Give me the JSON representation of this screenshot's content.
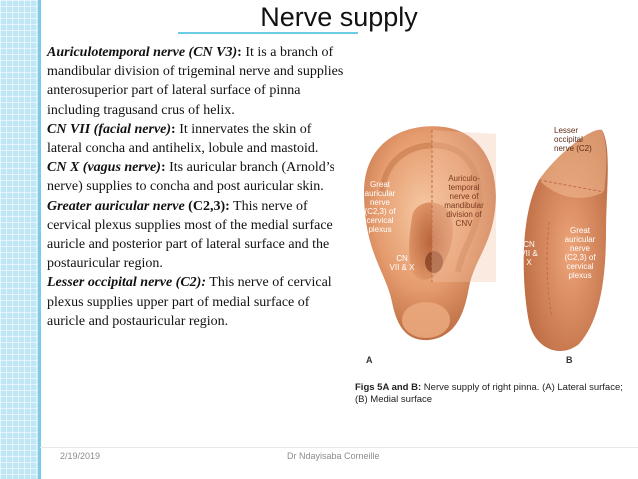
{
  "title": "Nerve supply",
  "paragraphs": [
    {
      "term": "Auriculotemporal nerve (CN V3)",
      "colon": ":",
      "text": " It is a branch of mandibular division of trigeminal nerve and supplies anterosuperior part of lateral surface of pinna including tragusand crus of helix."
    },
    {
      "term": "CN VII (facial nerve)",
      "colon": ":",
      "text": " It innervates the skin of lateral concha and antihelix, lobule and mastoid."
    },
    {
      "term": "CN X (vagus nerve)",
      "colon": ":",
      "text": " Its auricular branch (Arnold’s nerve) supplies to concha and post auricular skin."
    },
    {
      "term": "Greater auricular nerve",
      "term_extra": " (C2,3):",
      "text": " This nerve of cervical plexus supplies most of the medial surface of auricle and posterior part of lateral surface and the postauricular region."
    },
    {
      "term": "Lesser occipital nerve (C2):",
      "colon": "",
      "text": " This nerve of cervical plexus supplies upper part of medial surface of auricle and postauricular region."
    }
  ],
  "figure": {
    "labels": {
      "great_auricular": "Great auricular nerve (C2,3) of cervical plexus",
      "great_auricular_lines": [
        "Great",
        "auricular",
        "nerve",
        "(C2,3) of",
        "cervical",
        "plexus"
      ],
      "auriculotemporal_lines": [
        "Auriculo-",
        "temporal",
        "nerve of",
        "mandibular",
        "division of",
        "CNV"
      ],
      "cn_vii_x_lines": [
        "CN",
        "VII & X"
      ],
      "lesser_occipital_lines": [
        "Lesser",
        "occipital",
        "nerve (C2)"
      ],
      "cn_vii_x_b_lines": [
        "CN",
        "VII &",
        "X"
      ],
      "great_auricular_b_lines": [
        "Great",
        "auricular",
        "nerve",
        "(C2,3) of",
        "cervical",
        "plexus"
      ],
      "letter_a": "A",
      "letter_b": "B"
    },
    "caption_bold": "Figs 5A and B:",
    "caption_text": " Nerve supply of right pinna. (A) Lateral surface; (B) Medial surface",
    "colors": {
      "skin_light": "#f0b48a",
      "skin_mid": "#d88a5c",
      "skin_dark": "#b8673e",
      "shadow": "#9a5030"
    }
  },
  "footer": {
    "date": "2/19/2019",
    "author": "Dr Ndayisaba Corneille"
  }
}
